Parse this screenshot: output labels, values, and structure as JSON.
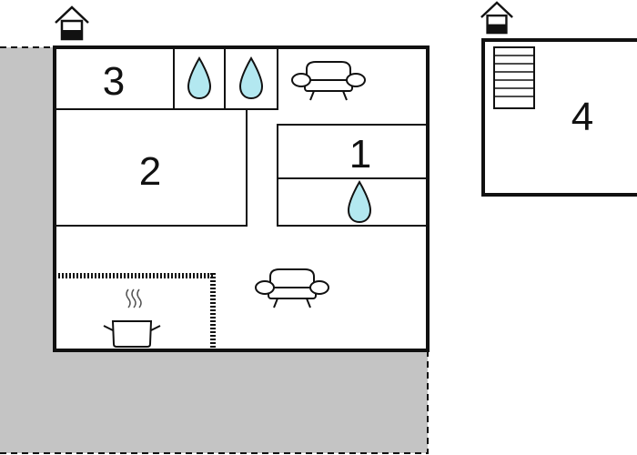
{
  "floorplan": {
    "colors": {
      "wall": "#111111",
      "terrace": "#c4c4c4",
      "water": "#b3e8f0",
      "background": "#ffffff"
    },
    "main_house": {
      "entrance_icon": "entrance-house-icon",
      "rooms": [
        {
          "id": "room-3",
          "number": "3"
        },
        {
          "id": "room-2",
          "number": "2"
        },
        {
          "id": "room-1",
          "number": "1"
        }
      ],
      "icons": [
        "water-drop-icon",
        "water-drop-icon",
        "water-drop-icon",
        "sofa-icon",
        "sofa-icon",
        "cooking-pot-icon"
      ]
    },
    "annex": {
      "entrance_icon": "entrance-house-icon",
      "rooms": [
        {
          "id": "room-4",
          "number": "4"
        }
      ],
      "icons": [
        "stairs-icon"
      ]
    }
  }
}
